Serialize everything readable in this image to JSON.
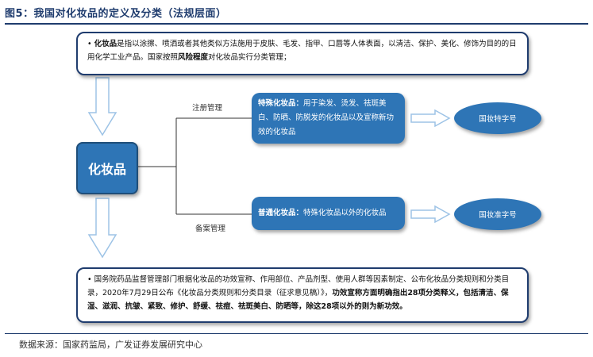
{
  "figure": {
    "title": "图5：我国对化妆品的定义及分类（法规层面）",
    "source": "数据来源：国家药监局，广发证券发展研究中心"
  },
  "definition": {
    "bullet": "•",
    "term": "化妆品",
    "text_a": "是指以涂擦、喷洒或者其他类似方法施用于皮肤、毛发、指甲、口唇等人体表面，以清洁、保护、美化、修饰为目的的日用化学工业产品。国家按照",
    "term2": "风险程度",
    "text_b": "对化妆品实行分类管理；"
  },
  "main_node": {
    "label": "化妆品"
  },
  "branches": [
    {
      "edge_label": "注册管理",
      "category_term": "特殊化妆品：",
      "category_text": "用于染发、烫发、祛斑美白、防晒、防脱发的化妆品以及宣称新功效的化妆品",
      "approval": "国妆特字号"
    },
    {
      "edge_label": "备案管理",
      "category_term": "普通化妆品：",
      "category_text": "特殊化妆品以外的化妆品",
      "approval": "国妆准字号"
    }
  ],
  "regulation_note": {
    "bullet": "•",
    "text_a": "国务院药品监督管理部门根据化妆品的功效宣称、作用部位、产品剂型、使用人群等因素制定、公布化妆品分类规则和分类目录，2020年7月29日公布《化妆品分类规则和分类目录（征求意见稿）》，",
    "text_b": "功效宣称方面明确指出28项分类释义，包括清洁、保湿、滋润、抗皱、紧致、修护、舒缓、祛痘、祛斑美白、防晒等，除这28项以外的则为新功效。"
  },
  "colors": {
    "accent": "#2e75b6",
    "border": "#1f3c6e",
    "arrow": "#9dc3e6"
  }
}
